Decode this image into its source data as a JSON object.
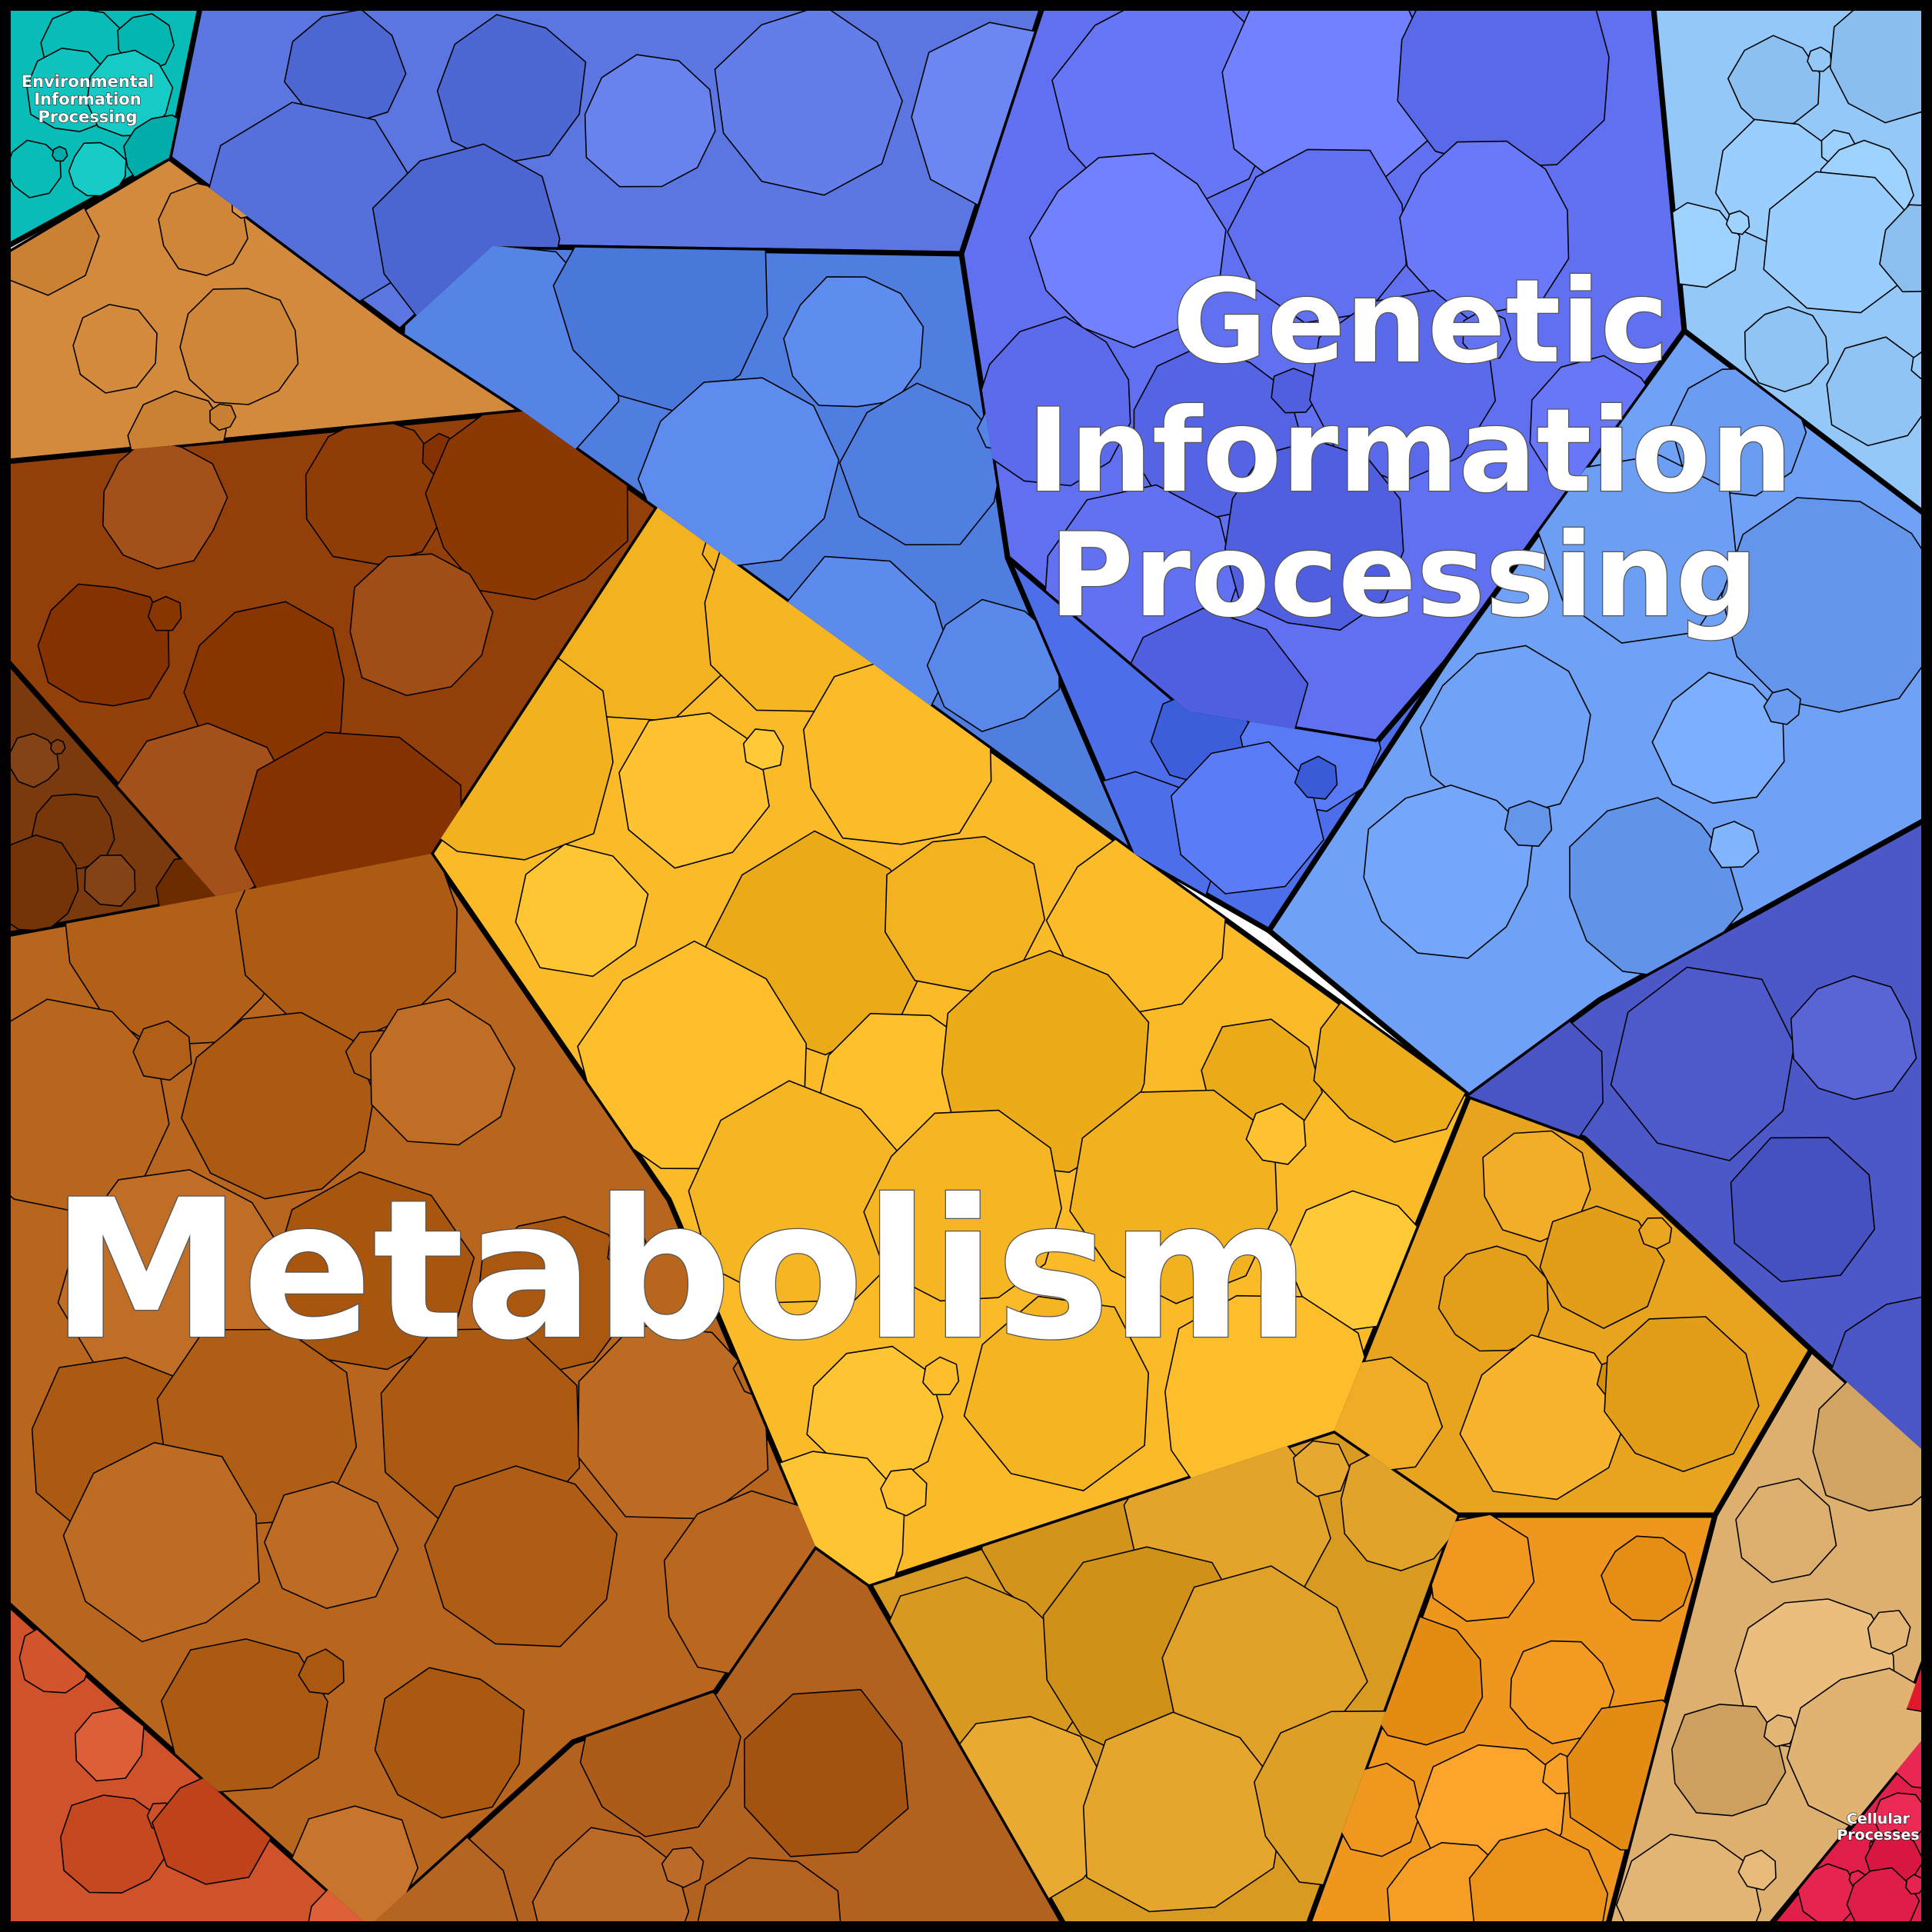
{
  "categories": [
    {
      "id": "metabolism",
      "name": "Metabolism",
      "color": "#E8A030"
    },
    {
      "id": "genetic",
      "name": "Genetic Information Processing",
      "name_lines": [
        "Genetic",
        "Information",
        "Processing"
      ],
      "color": "#5B72E6"
    },
    {
      "id": "environmental",
      "name": "Environmental Information Processing",
      "name_lines": [
        "Environmental",
        "Information",
        "Processing"
      ],
      "color": "#07BBB8"
    },
    {
      "id": "cellular",
      "name": "Cellular Processes",
      "name_lines": [
        "Cellular",
        "Processes"
      ],
      "color": "#E0204A"
    }
  ],
  "palette": {
    "metabolism": [
      "#C8741E",
      "#B8621C",
      "#AE5C22",
      "#9A4710",
      "#8C3F0C",
      "#F4B322",
      "#FDC02A",
      "#E29A1E",
      "#E08C20",
      "#D48C3A",
      "#DDB074",
      "#D14F26"
    ],
    "genetic": [
      "#5C6FE6",
      "#6070F0",
      "#4E78DC",
      "#5566D8",
      "#7AA6F6",
      "#A5CDF8",
      "#4C5CC4",
      "#3F56C8"
    ],
    "environmental": [
      "#08BCB8",
      "#12C4BE"
    ],
    "cellular": [
      "#E0204A",
      "#C8183C"
    ],
    "border": "#000000",
    "label_text": "#FFFFFF"
  }
}
